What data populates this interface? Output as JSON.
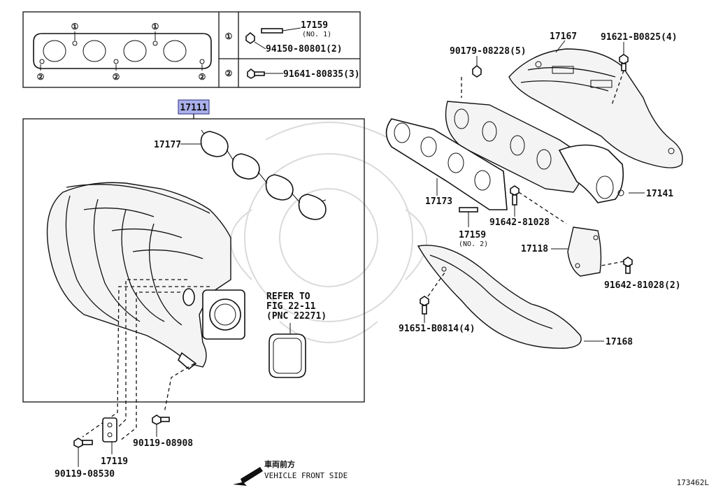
{
  "diagram": {
    "figure_code": "173462L",
    "direction_note": {
      "japanese": "車両前方",
      "english": "VEHICLE FRONT SIDE"
    },
    "inset": {
      "gasket_marks": [
        "①",
        "①",
        "②",
        "②",
        "②"
      ],
      "rows": [
        {
          "mark": "①",
          "part": "17159",
          "note": "(NO. 1)",
          "nut": "94150-80801(2)"
        },
        {
          "mark": "②",
          "part": "91641-80835(3)"
        }
      ]
    },
    "assembly": {
      "part": "17111",
      "refer": {
        "line1": "REFER TO",
        "line2": "FIG 22-11",
        "line3": "(PNC 22271)"
      }
    },
    "labels": {
      "p17177": "17177",
      "p17119": "17119",
      "p90119_08530": "90119-08530",
      "p90119_08908": "90119-08908",
      "p90179": "90179-08228(5)",
      "p17167": "17167",
      "p91621": "91621-B0825(4)",
      "p17173": "17173",
      "p17141": "17141",
      "p91642_a": "91642-81028",
      "p17159b": "17159",
      "p17159b_note": "(NO. 2)",
      "p17118": "17118",
      "p91642_b": "91642-81028(2)",
      "p91651": "91651-B0814(4)",
      "p17168": "17168"
    }
  }
}
